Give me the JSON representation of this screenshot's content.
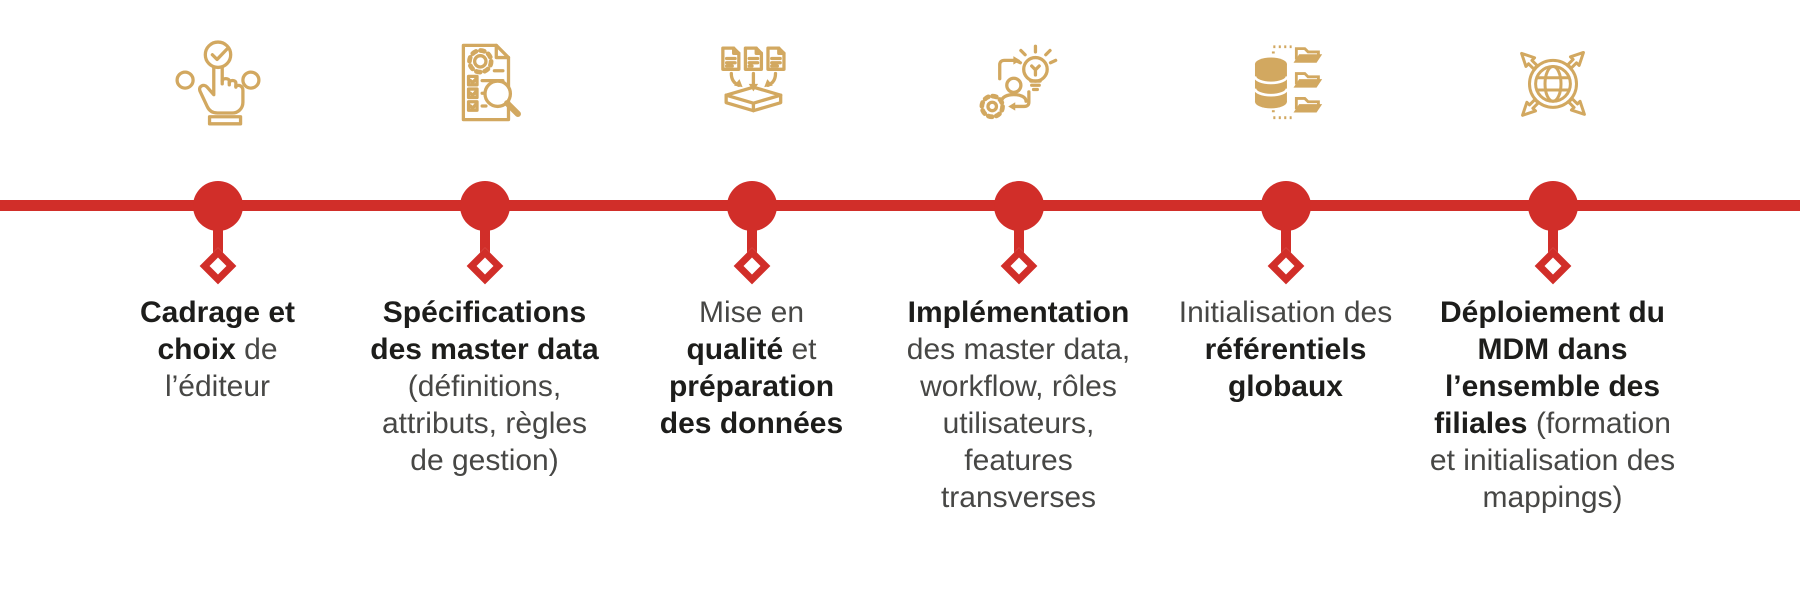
{
  "colors": {
    "accent_red": "#D12E29",
    "icon_gold": "#D2A860",
    "text_bold": "#1D1D1B",
    "text_regular": "#474745",
    "background": "#FFFFFF"
  },
  "timeline": {
    "orientation": "horizontal",
    "marker_shape": "circle-with-diamond-connector",
    "step_count": 6
  },
  "steps": [
    {
      "icon": "click-select-icon",
      "lines": [
        [
          {
            "t": "Cadrage et",
            "b": true
          }
        ],
        [
          {
            "t": "choix",
            "b": true
          },
          {
            "t": " de",
            "b": false
          }
        ],
        [
          {
            "t": "l’éditeur",
            "b": false
          }
        ]
      ]
    },
    {
      "icon": "spec-document-magnifier-icon",
      "lines": [
        [
          {
            "t": "Spécifications",
            "b": true
          }
        ],
        [
          {
            "t": "des master data",
            "b": true
          }
        ],
        [
          {
            "t": "(définitions,",
            "b": false
          }
        ],
        [
          {
            "t": "attributs, règles",
            "b": false
          }
        ],
        [
          {
            "t": "de gestion)",
            "b": false
          }
        ]
      ]
    },
    {
      "icon": "documents-to-box-icon",
      "lines": [
        [
          {
            "t": "Mise en",
            "b": false
          }
        ],
        [
          {
            "t": "qualité",
            "b": true
          },
          {
            "t": " et",
            "b": false
          }
        ],
        [
          {
            "t": "préparation",
            "b": true
          }
        ],
        [
          {
            "t": "des données",
            "b": true
          }
        ]
      ]
    },
    {
      "icon": "gear-person-lightbulb-icon",
      "lines": [
        [
          {
            "t": "Implémentation",
            "b": true
          }
        ],
        [
          {
            "t": "des master data,",
            "b": false
          }
        ],
        [
          {
            "t": "workflow, rôles",
            "b": false
          }
        ],
        [
          {
            "t": "utilisateurs,",
            "b": false
          }
        ],
        [
          {
            "t": "features",
            "b": false
          }
        ],
        [
          {
            "t": "transverses",
            "b": false
          }
        ]
      ]
    },
    {
      "icon": "database-folders-icon",
      "lines": [
        [
          {
            "t": "Initialisation des",
            "b": false
          }
        ],
        [
          {
            "t": "référentiels",
            "b": true
          }
        ],
        [
          {
            "t": "globaux",
            "b": true
          }
        ]
      ]
    },
    {
      "icon": "globe-expand-arrows-icon",
      "lines": [
        [
          {
            "t": "Déploiement du",
            "b": true
          }
        ],
        [
          {
            "t": "MDM dans",
            "b": true
          }
        ],
        [
          {
            "t": "l’ensemble des",
            "b": true
          }
        ],
        [
          {
            "t": "filiales",
            "b": true
          },
          {
            "t": " (formation",
            "b": false
          }
        ],
        [
          {
            "t": "et initialisation des",
            "b": false
          }
        ],
        [
          {
            "t": "mappings)",
            "b": false
          }
        ]
      ]
    }
  ]
}
